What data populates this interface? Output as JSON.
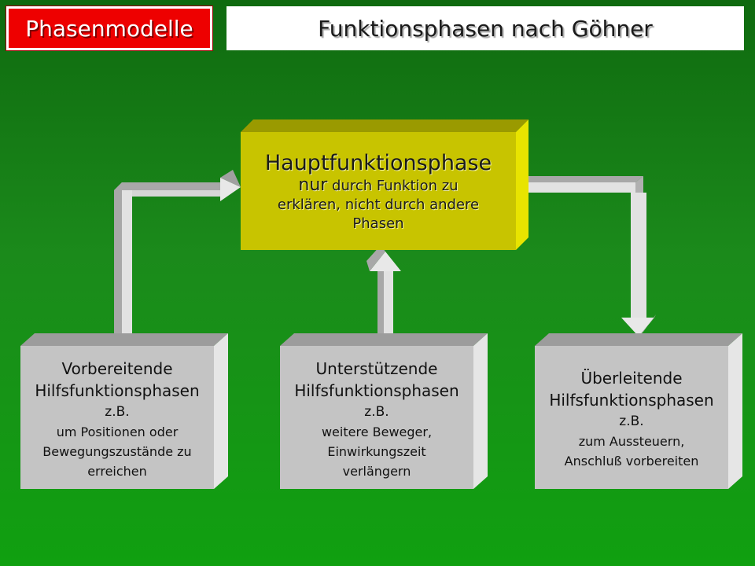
{
  "header": {
    "badge": "Phasenmodelle",
    "title": "Funktionsphasen nach Göhner"
  },
  "main_box": {
    "title": "Hauptfunktionsphase",
    "line1_a": "nur",
    "line1_b": " durch Funktion zu",
    "line2": "erklären, nicht durch andere",
    "line3": "Phasen"
  },
  "boxes": [
    {
      "head1": "Vorbereitende",
      "head2": "Hilfsfunktionsphasen",
      "zb": "z.B.",
      "l1": "um Positionen oder",
      "l2": "Bewegungszustände zu",
      "l3": "erreichen"
    },
    {
      "head1": "Unterstützende",
      "head2": "Hilfsfunktionsphasen",
      "zb": "z.B.",
      "l1": "weitere Beweger,",
      "l2": "Einwirkungszeit",
      "l3": "verlängern"
    },
    {
      "head1": "Überleitende",
      "head2": "Hilfsfunktionsphasen",
      "zb": "z.B.",
      "l1": "zum Aussteuern,",
      "l2": "Anschluß vorbereiten"
    }
  ],
  "colors": {
    "main_front": "#c8c400",
    "main_side": "#e8e400",
    "main_top": "#9a9a00",
    "box_front": "#c4c4c4",
    "box_side": "#e6e6e6",
    "box_top": "#9c9c9c"
  }
}
